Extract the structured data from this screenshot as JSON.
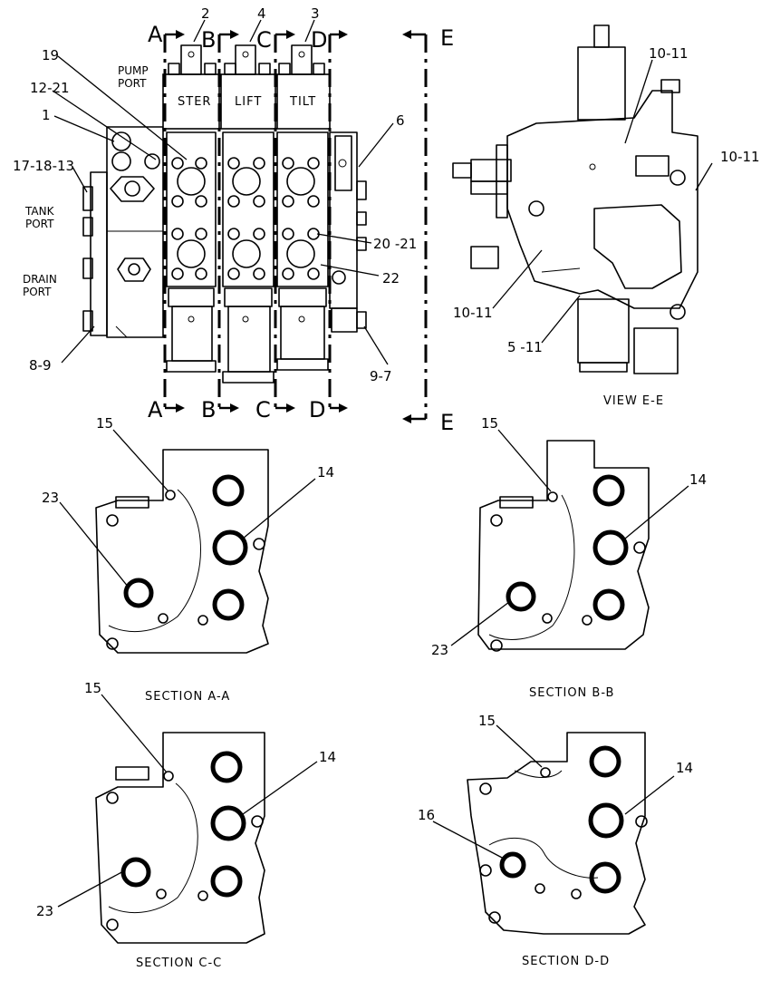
{
  "section_letters": {
    "a_top": "A",
    "b_top": "B",
    "c_top": "C",
    "d_top": "D",
    "e_top": "E",
    "a_bot": "A",
    "b_bot": "B",
    "c_bot": "C",
    "d_bot": "D",
    "e_bot": "E"
  },
  "port_labels": {
    "pump": [
      "PUMP",
      "PORT"
    ],
    "tank": [
      "TANK",
      "PORT"
    ],
    "drain": [
      "DRAIN",
      "PORT"
    ]
  },
  "section_labels": [
    "STER",
    "LIFT",
    "TILT"
  ],
  "callouts": {
    "c2": "2",
    "c4": "4",
    "c3": "3",
    "c19": "19",
    "c12_21": "12-21",
    "c1": "1",
    "c17_18_13": "17-18-13",
    "c6": "6",
    "c20_21": "20 -21",
    "c22": "22",
    "c8_9": "8-9",
    "c9_7": "9-7",
    "ve_10_11_top": "10-11",
    "ve_10_11_right": "10-11",
    "ve_10_11_left": "10-11",
    "ve_5_11": "5 -11",
    "a_15": "15",
    "a_14": "14",
    "a_23": "23",
    "b_15": "15",
    "b_14": "14",
    "b_23": "23",
    "c_15": "15",
    "c_14": "14",
    "c_23": "23",
    "d_15": "15",
    "d_14": "14",
    "d_16": "16"
  },
  "captions": {
    "view_e": "VIEW E-E",
    "section_a": "SECTION A-A",
    "section_b": "SECTION B-B",
    "section_c": "SECTION C-C",
    "section_d": "SECTION D-D"
  }
}
